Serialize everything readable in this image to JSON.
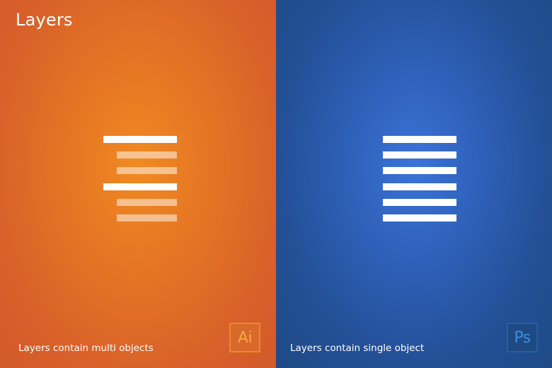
{
  "title": "Layers",
  "panels": {
    "illustrator": {
      "caption": "Layers contain multi objects",
      "badge": "Ai",
      "color": "#e47324",
      "icon": "layers-grouped-icon"
    },
    "photoshop": {
      "caption": "Layers contain single object",
      "badge": "Ps",
      "color": "#2e60b8",
      "icon": "layers-flat-icon"
    }
  }
}
